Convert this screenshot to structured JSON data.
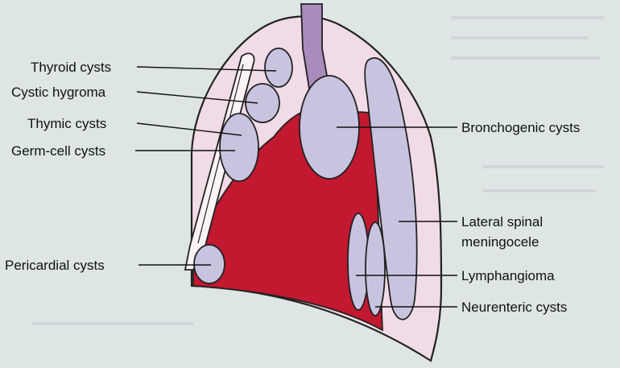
{
  "labels": {
    "thyroid": "Thyroid cysts",
    "hygroma": "Cystic hygroma",
    "thymic": "Thymic cysts",
    "germ": "Germ-cell cysts",
    "pericardial": "Pericardial cysts",
    "bronchogenic": "Bronchogenic cysts",
    "lateral_line1": "Lateral spinal",
    "lateral_line2": "meningocele",
    "lymphangioma": "Lymphangioma",
    "neurenteric": "Neurenteric cysts"
  },
  "colors": {
    "background": "#dde6e4",
    "pleura": "#f1dbe6",
    "heart": "#c21830",
    "cyst": "#c8c4e0",
    "trachea": "#a98bbd",
    "outline": "#222222"
  }
}
